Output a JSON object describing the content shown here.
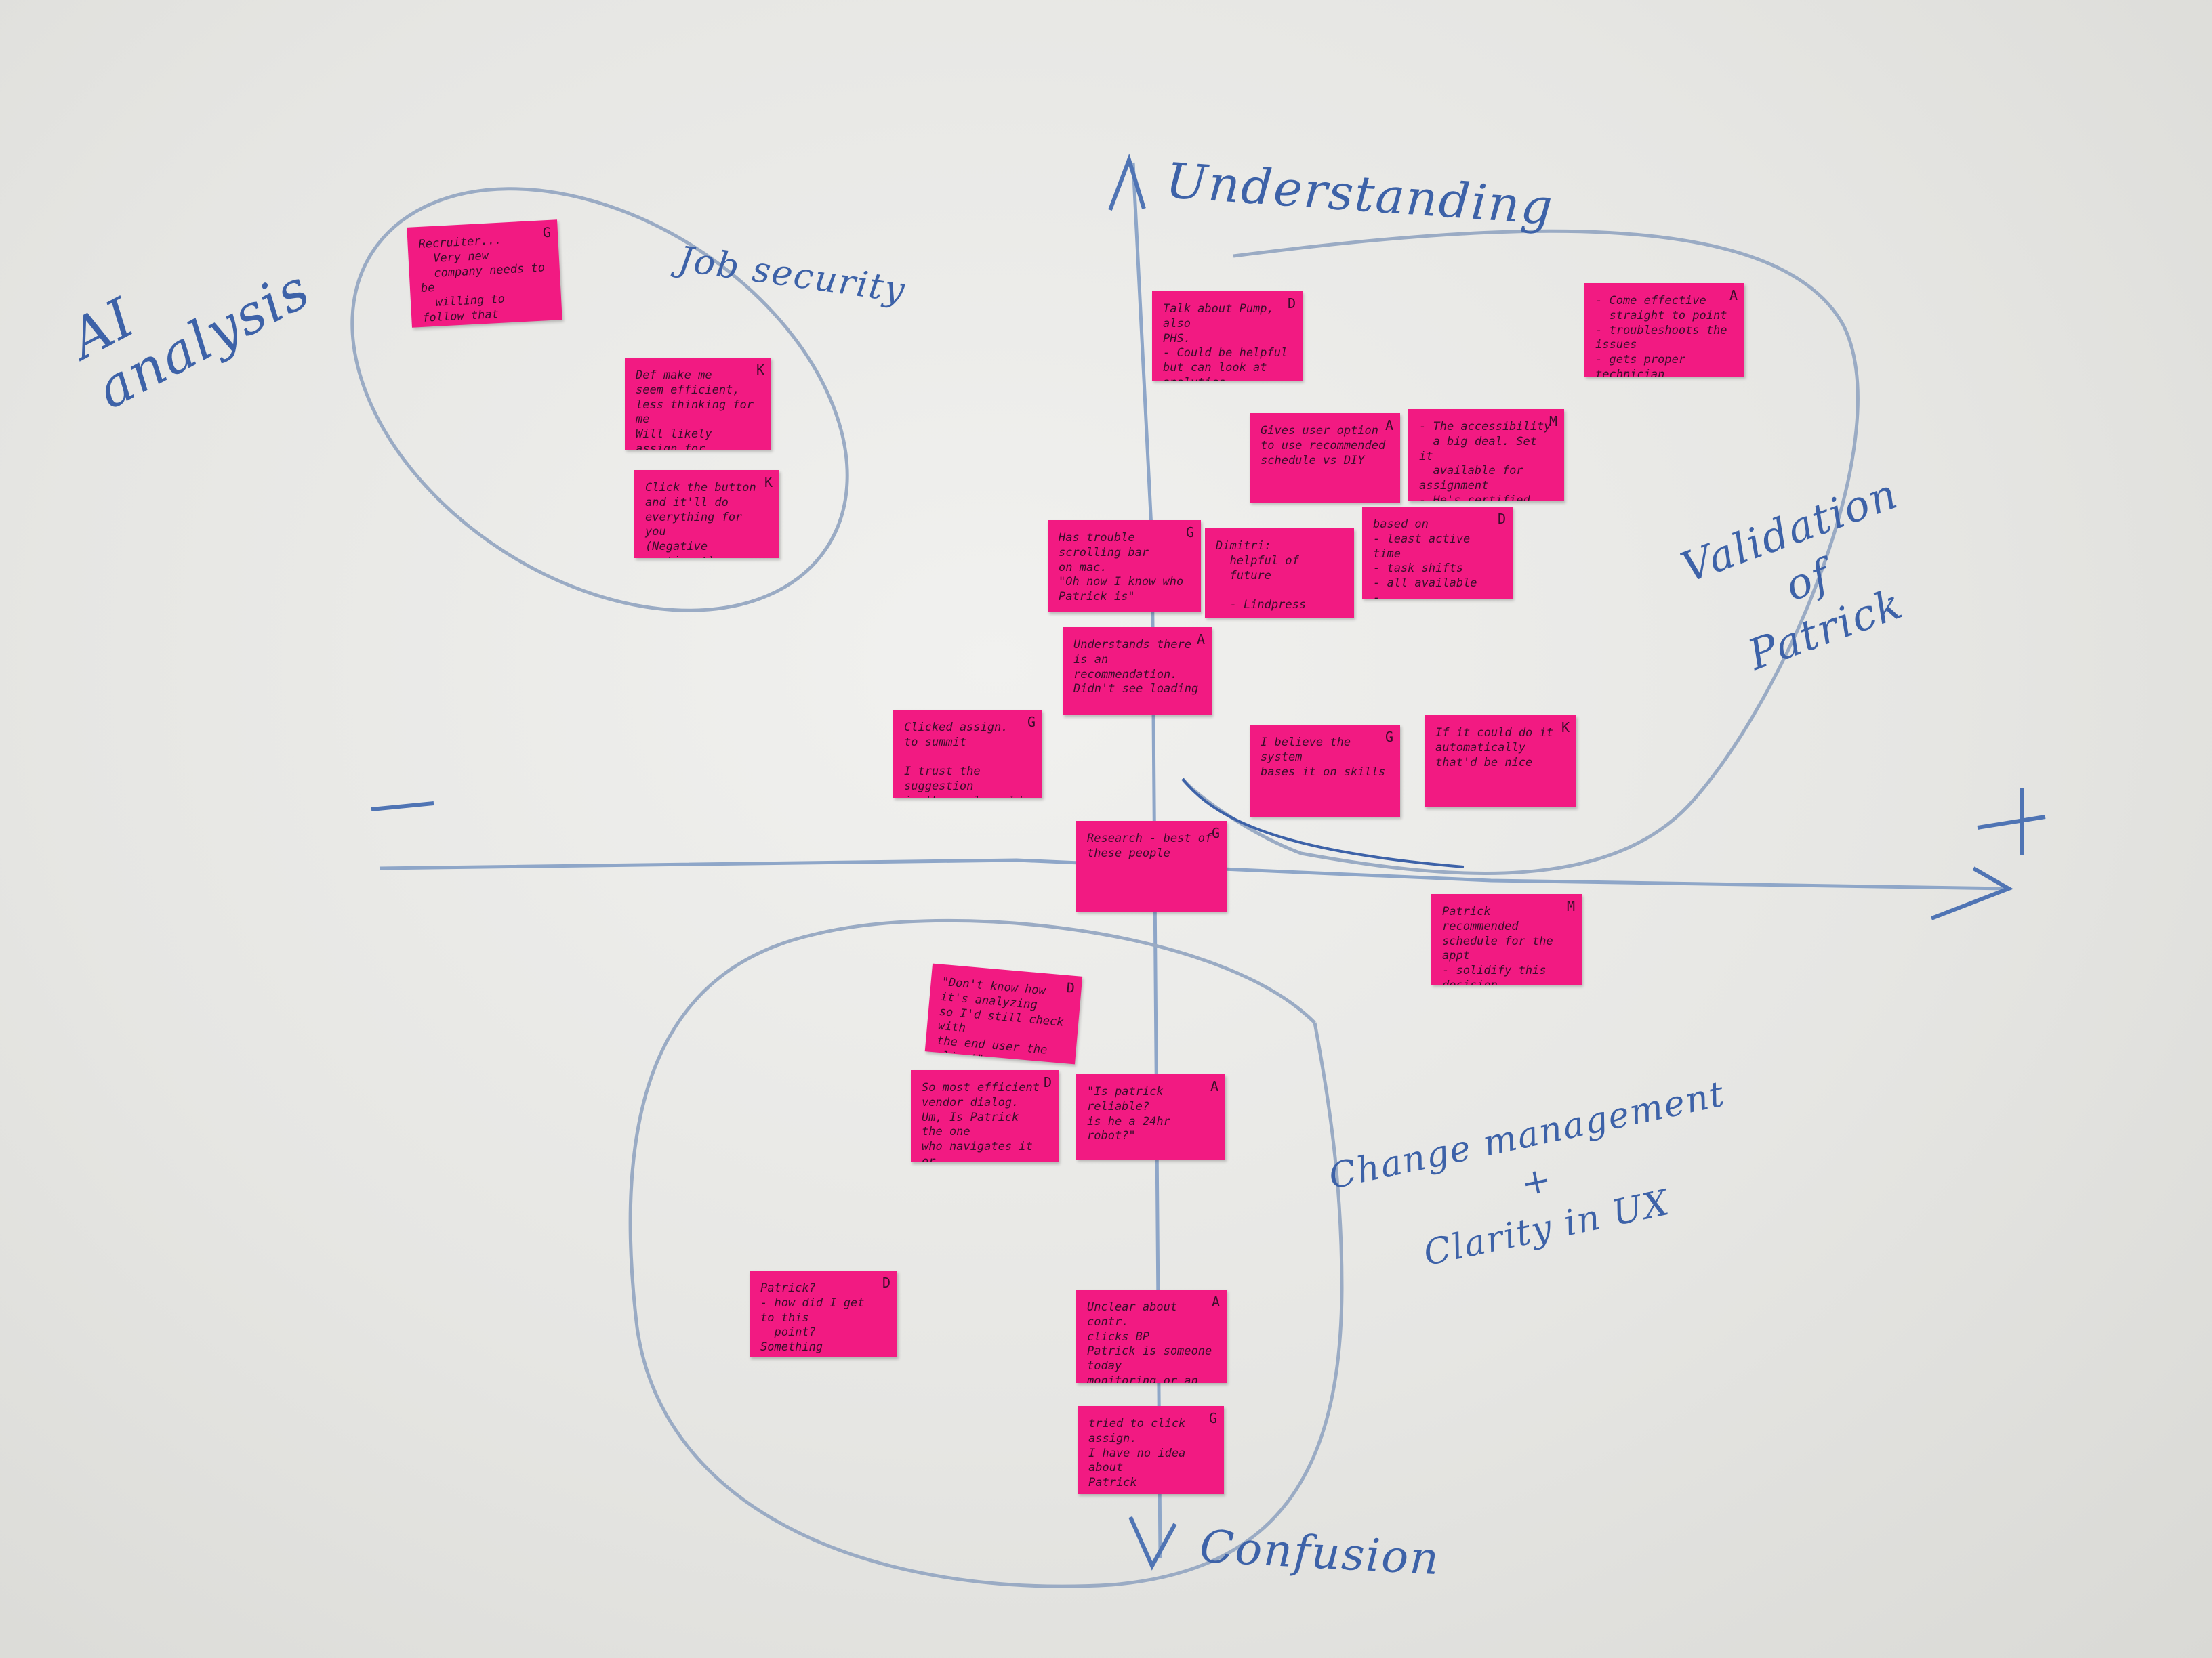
{
  "axes": {
    "y_top": "Understanding",
    "y_bottom": "Confusion",
    "x_left": "—",
    "x_right": "+"
  },
  "labels": {
    "ai_analysis": "AI\nanalysis",
    "job_security": "Job security",
    "validation": "Validation\nof\nPatrick",
    "change_mgmt": "Change management\n+\nClarity in UX"
  },
  "notes": [
    {
      "id": "n1",
      "initial": "G",
      "text": "Recruiter...\n  Very new\n  company needs to be\n  willing to follow that\n(complicated issues, cannot solve alone)"
    },
    {
      "id": "n2",
      "initial": "K",
      "text": "Def make me\nseem efficient,\nless thinking for me\nWill likely assign for\n(Checking over, sentiment)"
    },
    {
      "id": "n3",
      "initial": "K",
      "text": "Click the button\nand it'll do\neverything for you\n(Negative sentiment)"
    },
    {
      "id": "n4",
      "initial": "D",
      "text": "Talk about Pump, also\nPHS.\n- Could be helpful\nbut can look at analytics\n(to what people can't do)"
    },
    {
      "id": "n5",
      "initial": "A",
      "text": "- Come effective\n  straight to point\n- troubleshoots the issues\n- gets proper technician\n  & timing mechanism"
    },
    {
      "id": "n6",
      "initial": "A",
      "text": "Gives user option\nto use recommended\nschedule vs DIY"
    },
    {
      "id": "n7",
      "initial": "M",
      "text": "- The accessibility\n  a big deal. Set it\n  available for assignment\n- He's certified who has the\n  knowledge\n- highlighted checks of the\n  crew"
    },
    {
      "id": "n8",
      "initial": "G",
      "text": "Has trouble scrolling bar\non mac.\n\"Oh now I know who\nPatrick is\""
    },
    {
      "id": "n9",
      "initial": "",
      "text": "Dimitri:\n  helpful of\n  future\n\n  - Lindpress"
    },
    {
      "id": "n10",
      "initial": "D",
      "text": "based on\n- least active time\n- task shifts\n- all available\n-"
    },
    {
      "id": "n11",
      "initial": "A",
      "text": "Understands there\nis an\nrecommendation.\nDidn't see loading"
    },
    {
      "id": "n12",
      "initial": "G",
      "text": "Clicked assign.\nto summit\n\nI trust the suggestion\nin the real world, would\nconsider more factors"
    },
    {
      "id": "n13",
      "initial": "G",
      "text": "I believe the system\nbases it on skills"
    },
    {
      "id": "n14",
      "initial": "K",
      "text": "If it could do it\nautomatically\nthat'd be nice"
    },
    {
      "id": "n15",
      "initial": "G",
      "text": "Research - best of\nthese people"
    },
    {
      "id": "n16",
      "initial": "M",
      "text": "Patrick recommended\nschedule for the appt\n- solidify this decision\n  (recommended)\n- through a data resource\n  or insight\n- very helpful"
    },
    {
      "id": "n17",
      "initial": "D",
      "text": "\"Don't know how it's analyzing\nso I'd still check with\nthe end user the client\""
    },
    {
      "id": "n18",
      "initial": "D",
      "text": "So most efficient\nvendor dialog.\nUm, Is Patrick the one\nwho navigates it or\nAm I the one who confirms?"
    },
    {
      "id": "n19",
      "initial": "A",
      "text": "\"Is patrick reliable?\nis he a 24hr robot?\""
    },
    {
      "id": "n20",
      "initial": "D",
      "text": "Patrick?\n- how did I get to this\n  point?\nSomething mechanical\nwhat are they doing?"
    },
    {
      "id": "n21",
      "initial": "A",
      "text": "Unclear about contr.\nclicks BP\nPatrick is someone today\nmonitoring or an\nadvanced computer\nsystem."
    },
    {
      "id": "n22",
      "initial": "G",
      "text": "tried to click assign.\nI have no idea about\nPatrick"
    }
  ]
}
